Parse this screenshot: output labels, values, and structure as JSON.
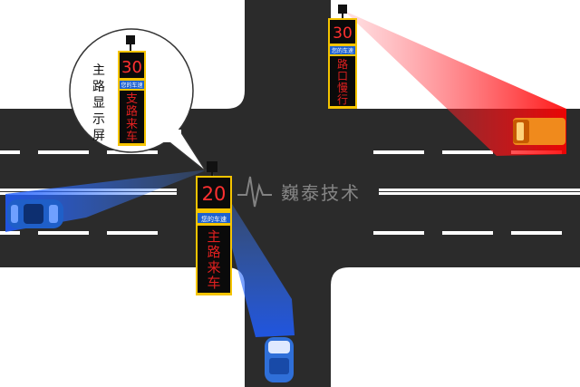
{
  "callout": {
    "label": "主路显示屏"
  },
  "signs": {
    "callout_sign": {
      "speed": "30",
      "speed_label": "您的车速",
      "message": "支路来车",
      "frame_color": "#f5c400",
      "message_color": "#e02020"
    },
    "top_right_sign": {
      "speed": "30",
      "speed_label": "您的车速",
      "message": "路口慢行",
      "frame_color": "#f5c400",
      "message_color": "#e02020"
    },
    "center_sign": {
      "speed": "20",
      "speed_label": "您的车速",
      "message": "主路来车",
      "frame_color": "#f5c400",
      "message_color": "#e02020"
    }
  },
  "watermark": {
    "text": "巍泰技术"
  },
  "vehicles": [
    {
      "name": "blue-car",
      "color": "#1f5fc8",
      "icon": "car-icon"
    },
    {
      "name": "orange-truck",
      "color": "#f08a1c",
      "icon": "truck-icon"
    },
    {
      "name": "white-blue-car",
      "color": "#2f6fd8",
      "icon": "car-icon"
    }
  ],
  "colors": {
    "road": "#2b2b2b",
    "lane_marking": "#ffffff",
    "radar_blue": "#1e6cff",
    "radar_red": "#ff2030"
  }
}
